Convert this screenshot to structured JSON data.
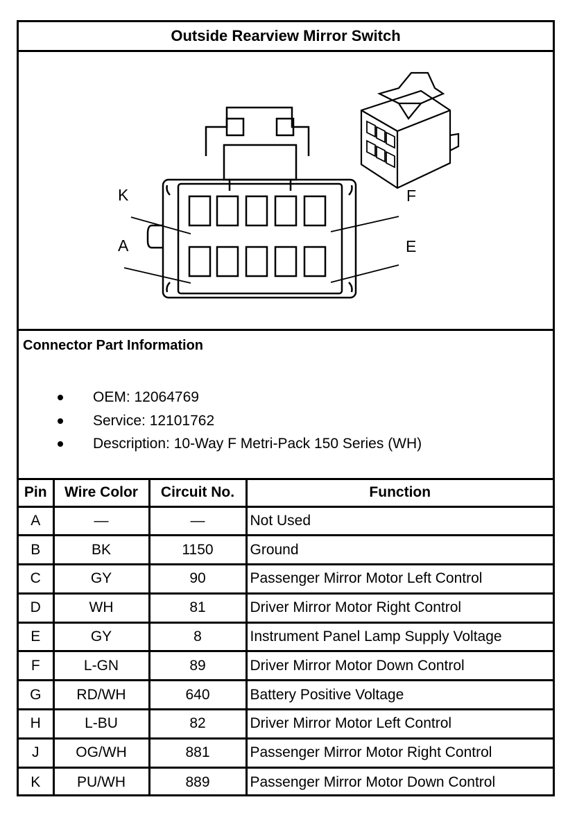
{
  "title": "Outside Rearview Mirror Switch",
  "diagram": {
    "labels": {
      "top_left": "K",
      "top_right": "F",
      "bottom_left": "A",
      "bottom_right": "E"
    }
  },
  "connector_info": {
    "heading": "Connector Part Information",
    "items": [
      "OEM: 12064769",
      "Service: 12101762",
      "Description: 10-Way F Metri-Pack 150 Series (WH)"
    ]
  },
  "table": {
    "headers": [
      "Pin",
      "Wire Color",
      "Circuit No.",
      "Function"
    ],
    "rows": [
      [
        "A",
        "—",
        "—",
        "Not Used"
      ],
      [
        "B",
        "BK",
        "1150",
        "Ground"
      ],
      [
        "C",
        "GY",
        "90",
        "Passenger Mirror Motor Left Control"
      ],
      [
        "D",
        "WH",
        "81",
        "Driver Mirror Motor Right Control"
      ],
      [
        "E",
        "GY",
        "8",
        "Instrument Panel Lamp Supply Voltage"
      ],
      [
        "F",
        "L-GN",
        "89",
        "Driver Mirror Motor Down Control"
      ],
      [
        "G",
        "RD/WH",
        "640",
        "Battery Positive Voltage"
      ],
      [
        "H",
        "L-BU",
        "82",
        "Driver Mirror Motor Left Control"
      ],
      [
        "J",
        "OG/WH",
        "881",
        "Passenger Mirror Motor Right Control"
      ],
      [
        "K",
        "PU/WH",
        "889",
        "Passenger Mirror Motor Down Control"
      ]
    ]
  }
}
